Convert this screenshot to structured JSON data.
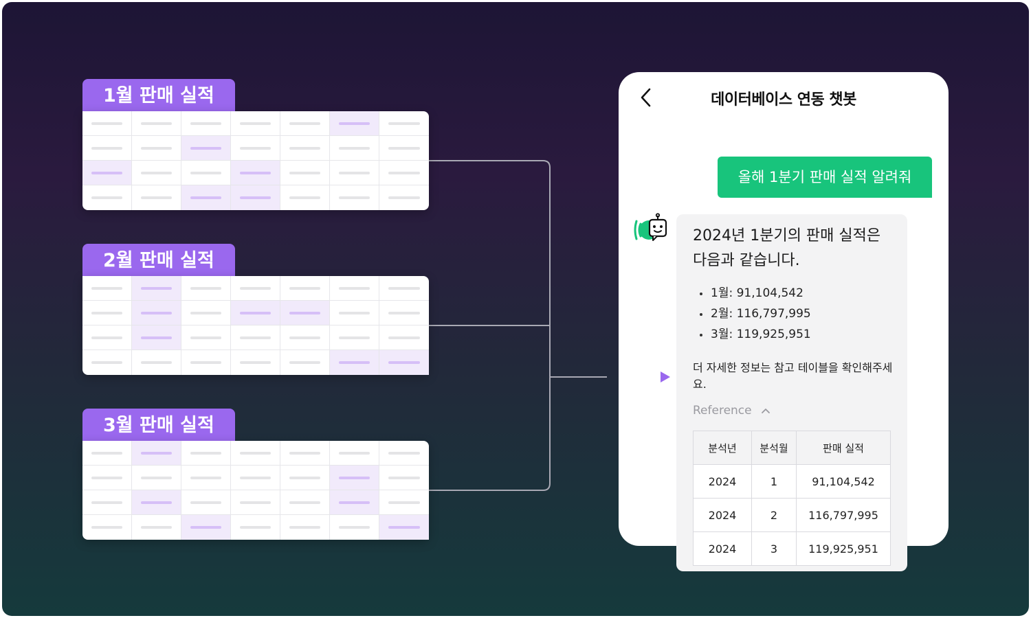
{
  "sheets": [
    {
      "title": "1월 판매 실적",
      "highlights": [
        [
          0,
          5
        ],
        [
          1,
          2
        ],
        [
          2,
          0
        ],
        [
          2,
          3
        ],
        [
          3,
          2
        ],
        [
          3,
          3
        ]
      ]
    },
    {
      "title": "2월 판매 실적",
      "highlights": [
        [
          0,
          1
        ],
        [
          1,
          1
        ],
        [
          1,
          3
        ],
        [
          1,
          4
        ],
        [
          2,
          1
        ],
        [
          3,
          5
        ],
        [
          3,
          6
        ]
      ]
    },
    {
      "title": "3월 판매 실적",
      "highlights": [
        [
          0,
          1
        ],
        [
          1,
          5
        ],
        [
          2,
          1
        ],
        [
          2,
          5
        ],
        [
          3,
          2
        ],
        [
          3,
          6
        ]
      ]
    }
  ],
  "chat": {
    "title": "데이터베이스 연동 챗봇",
    "user_message": "올해 1분기 판매 실적 알려줘",
    "bot_headline": "2024년 1분기의 판매 실적은 다음과 같습니다.",
    "bot_items": [
      "1월: 91,104,542",
      "2월: 116,797,995",
      "3월: 119,925,951"
    ],
    "bot_note": "더 자세한 정보는 참고 테이블을 확인해주세요.",
    "reference_label": "Reference",
    "table": {
      "headers": [
        "분석년",
        "분석월",
        "판매 실적"
      ],
      "rows": [
        [
          "2024",
          "1",
          "91,104,542"
        ],
        [
          "2024",
          "2",
          "116,797,995"
        ],
        [
          "2024",
          "3",
          "119,925,951"
        ]
      ]
    }
  },
  "colors": {
    "accent_purple": "#9a68ee",
    "user_bubble_green": "#18c47c",
    "cell_highlight": "#f1eafb"
  },
  "icons": {
    "back": "chevron-left-icon",
    "bot": "robot-avatar-icon",
    "reference": "chevron-up-icon"
  }
}
